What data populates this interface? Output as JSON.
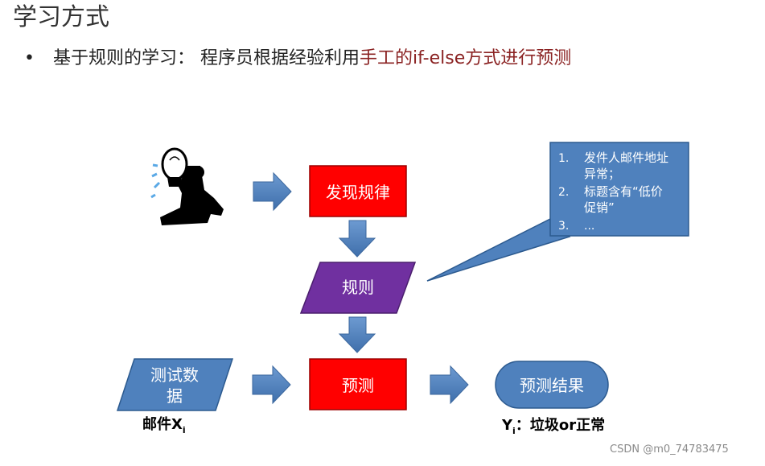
{
  "header": {
    "title": "学习方式"
  },
  "bullet": {
    "label": "基于规则的学习：",
    "text_plain": "程序员根据经验利用",
    "text_highlight": "手工的if-else方式进行预测"
  },
  "diagram": {
    "discover_box": "发现规律",
    "rules_box": "规则",
    "predict_box": "预测",
    "test_data_line1": "测试数",
    "test_data_line2": "据",
    "result_box": "预测结果",
    "mail_label": "邮件X",
    "mail_subscript": "i",
    "y_label": "Y",
    "y_subscript": "i",
    "y_suffix": "：垃圾or正常",
    "callout": {
      "items": [
        {
          "num": "1.",
          "line1": "发件人邮件地址",
          "line2": "异常；"
        },
        {
          "num": "2.",
          "line1": "标题含有“低价",
          "line2": "促销”"
        },
        {
          "num": "3.",
          "line1": "...",
          "line2": ""
        }
      ]
    }
  },
  "colors": {
    "red_box": "#ff0000",
    "purple_box": "#7030a0",
    "blue_shape": "#4f81bd",
    "highlight_text": "#8b2323"
  },
  "icons": {
    "person": "thinker-lightbulb-icon"
  },
  "watermark": {
    "text": "CSDN @m0_74783475"
  }
}
